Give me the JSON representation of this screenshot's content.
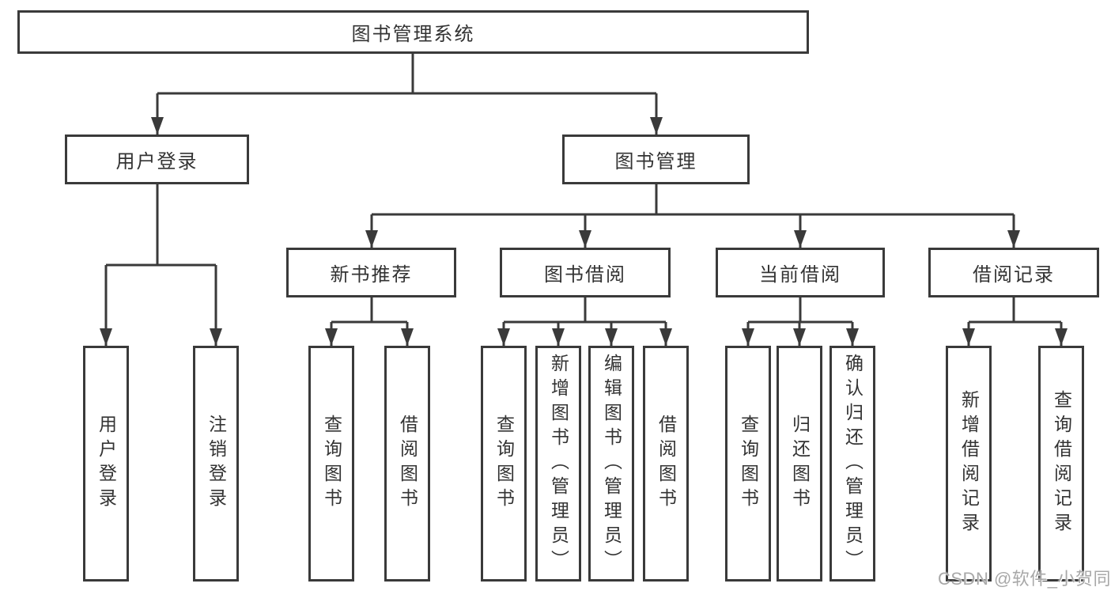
{
  "diagram_title": "图书管理系统",
  "colors": {
    "line": "#3a3a3a",
    "box_border": "#3a3a3a",
    "text": "#333333",
    "background": "#ffffff",
    "watermark": "#a8a8a8"
  },
  "watermark": {
    "text": "CSDN @软件_小贺同学"
  },
  "tree": {
    "root": {
      "label": "图书管理系统",
      "children": [
        {
          "label": "用户登录",
          "children": [
            {
              "label": "用户登录"
            },
            {
              "label": "注销登录"
            }
          ]
        },
        {
          "label": "图书管理",
          "children": [
            {
              "label": "新书推荐",
              "children": [
                {
                  "label": "查询图书"
                },
                {
                  "label": "借阅图书"
                }
              ]
            },
            {
              "label": "图书借阅",
              "children": [
                {
                  "label": "查询图书"
                },
                {
                  "label": "新增图书（管理员）"
                },
                {
                  "label": "编辑图书（管理员）"
                },
                {
                  "label": "借阅图书"
                }
              ]
            },
            {
              "label": "当前借阅",
              "children": [
                {
                  "label": "查询图书"
                },
                {
                  "label": "归还图书"
                },
                {
                  "label": "确认归还（管理员）"
                }
              ]
            },
            {
              "label": "借阅记录",
              "children": [
                {
                  "label": "新增借阅记录"
                },
                {
                  "label": "查询借阅记录"
                }
              ]
            }
          ]
        }
      ]
    }
  }
}
